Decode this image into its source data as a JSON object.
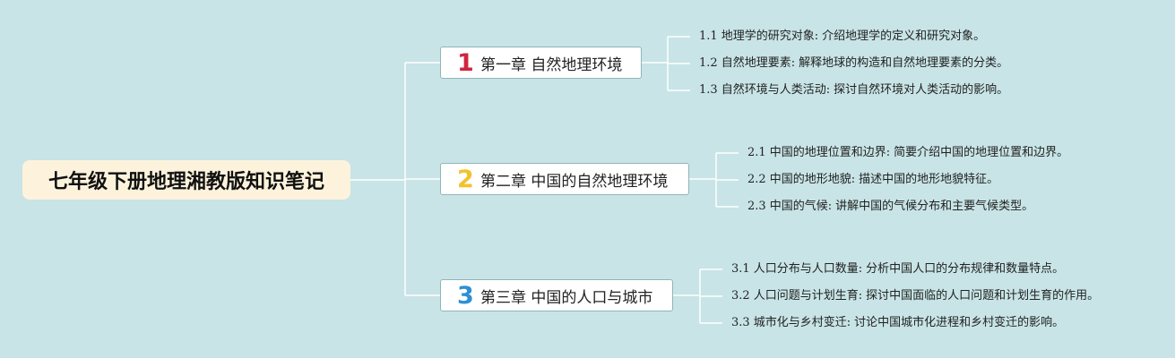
{
  "root": {
    "title": "七年级下册地理湘教版知识笔记"
  },
  "chapters": [
    {
      "number": "1",
      "title": "第一章 自然地理环境",
      "color": "#d0263e",
      "sections": [
        {
          "id": "1.1",
          "title": "地理学的研究对象",
          "desc": "介绍地理学的定义和研究对象。"
        },
        {
          "id": "1.2",
          "title": "自然地理要素",
          "desc": "解释地球的构造和自然地理要素的分类。"
        },
        {
          "id": "1.3",
          "title": "自然环境与人类活动",
          "desc": "探讨自然环境对人类活动的影响。"
        }
      ]
    },
    {
      "number": "2",
      "title": "第二章 中国的自然地理环境",
      "color": "#f2c22d",
      "sections": [
        {
          "id": "2.1",
          "title": "中国的地理位置和边界",
          "desc": "简要介绍中国的地理位置和边界。"
        },
        {
          "id": "2.2",
          "title": "中国的地形地貌",
          "desc": "描述中国的地形地貌特征。"
        },
        {
          "id": "2.3",
          "title": "中国的气候",
          "desc": "讲解中国的气候分布和主要气候类型。"
        }
      ]
    },
    {
      "number": "3",
      "title": "第三章 中国的人口与城市",
      "color": "#2f8fd3",
      "sections": [
        {
          "id": "3.1",
          "title": "人口分布与人口数量",
          "desc": "分析中国人口的分布规律和数量特点。"
        },
        {
          "id": "3.2",
          "title": "人口问题与计划生育",
          "desc": "探讨中国面临的人口问题和计划生育的作用。"
        },
        {
          "id": "3.3",
          "title": "城市化与乡村变迁",
          "desc": "讨论中国城市化进程和乡村变迁的影响。"
        }
      ]
    }
  ],
  "colors": {
    "background": "#c8e4e6",
    "connector": "#ffffff",
    "root_fill": "#fdf3dc",
    "chapter_border": "#8fb6b8"
  }
}
